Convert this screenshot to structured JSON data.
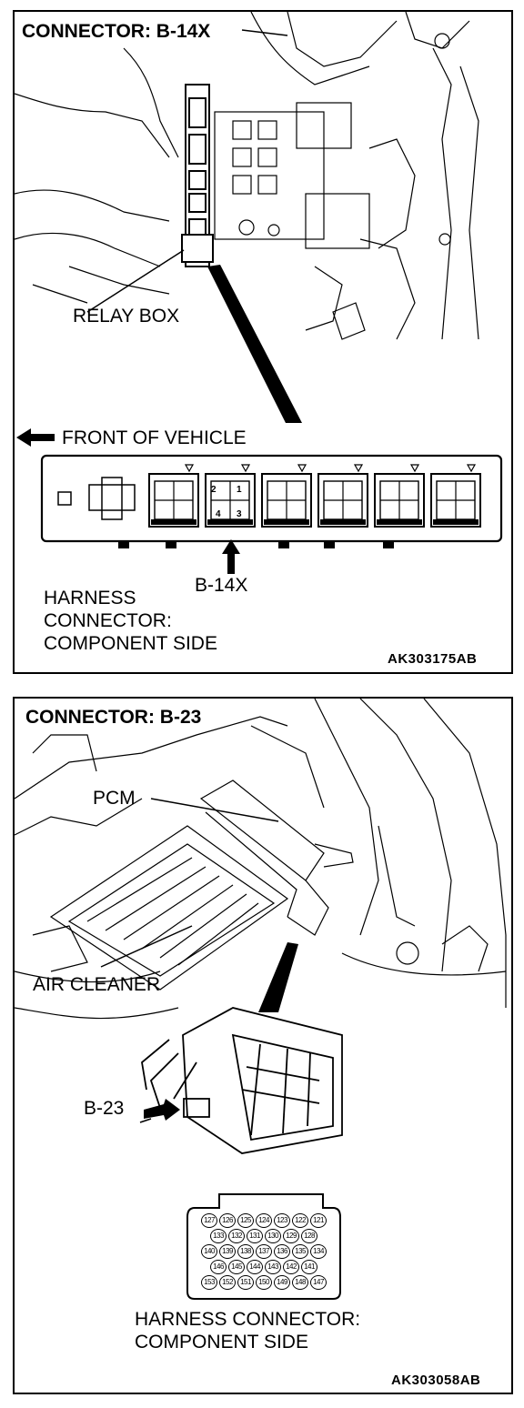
{
  "top_panel": {
    "title": "CONNECTOR: B-14X",
    "relay_box_label": "RELAY BOX",
    "front_label": "FRONT OF VEHICLE",
    "connector_label": "B-14X",
    "pin_numbers": [
      "2",
      "1",
      "4",
      "3"
    ],
    "harness_lines": [
      "HARNESS",
      "CONNECTOR:",
      "COMPONENT SIDE"
    ],
    "figure_code": "AK303175AB"
  },
  "bottom_panel": {
    "title": "CONNECTOR: B-23",
    "pcm_label": "PCM",
    "air_cleaner_label": "AIR CLEANER",
    "connector_label": "B-23",
    "pin_rows": [
      [
        "127",
        "126",
        "125",
        "124",
        "123",
        "122",
        "121"
      ],
      [
        "133",
        "132",
        "131",
        "130",
        "129",
        "128"
      ],
      [
        "140",
        "139",
        "138",
        "137",
        "136",
        "135",
        "134"
      ],
      [
        "146",
        "145",
        "144",
        "143",
        "142",
        "141"
      ],
      [
        "153",
        "152",
        "151",
        "150",
        "149",
        "148",
        "147"
      ]
    ],
    "harness_lines": [
      "HARNESS CONNECTOR:",
      "COMPONENT SIDE"
    ],
    "figure_code": "AK303058AB"
  }
}
